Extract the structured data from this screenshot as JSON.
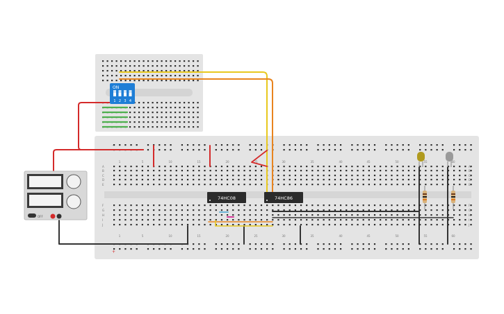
{
  "switch": {
    "on_label": "ON",
    "positions": [
      "1",
      "2",
      "3",
      "4"
    ]
  },
  "chips": [
    {
      "label": "74HC08"
    },
    {
      "label": "74HC86"
    }
  ],
  "breadboard": {
    "row_letters_top": [
      "A",
      "B",
      "C",
      "D",
      "E"
    ],
    "row_letters_bottom": [
      "F",
      "G",
      "H",
      "I",
      "J"
    ],
    "column_numbers": [
      "1",
      "5",
      "10",
      "15",
      "20",
      "25",
      "30",
      "35",
      "40",
      "45",
      "50",
      "55",
      "60"
    ],
    "rail_minus": "–",
    "rail_plus": "+"
  },
  "power_supply": {
    "off_label": "OFF"
  },
  "leds": [
    {
      "color": "yellow"
    },
    {
      "color": "white"
    }
  ],
  "colors": {
    "board": "#e4e4e4",
    "wire_red": "#d42a2a",
    "wire_yellow": "#e8c81e",
    "wire_orange": "#e8841e",
    "wire_black": "#333333",
    "wire_green": "#4eb04e",
    "switch_blue": "#1e7ed6",
    "chip": "#2b2b2b"
  }
}
